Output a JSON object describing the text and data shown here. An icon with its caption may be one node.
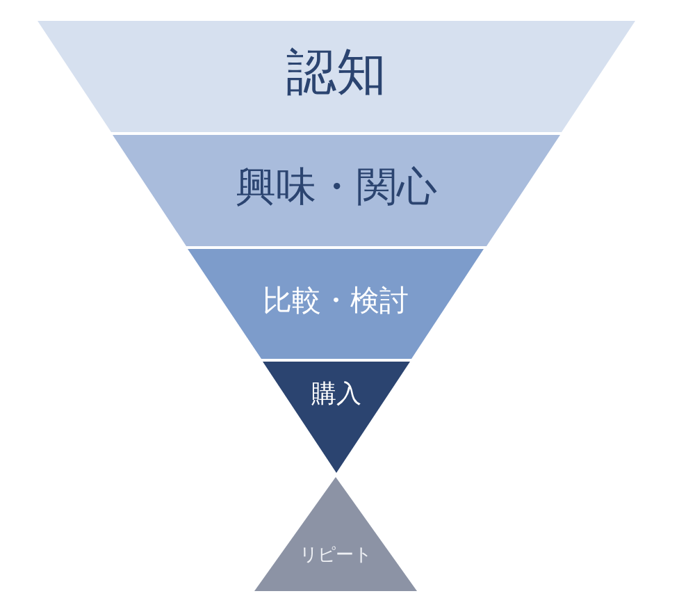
{
  "diagram": {
    "nodes": [
      {
        "text": [
          "認知"
        ]
      },
      {
        "text": [
          "興味・関心"
        ]
      },
      {
        "text": [
          "比較・検討"
        ]
      },
      {
        "text": [
          "購入"
        ]
      },
      {
        "text": [
          "リピート"
        ]
      }
    ]
  }
}
